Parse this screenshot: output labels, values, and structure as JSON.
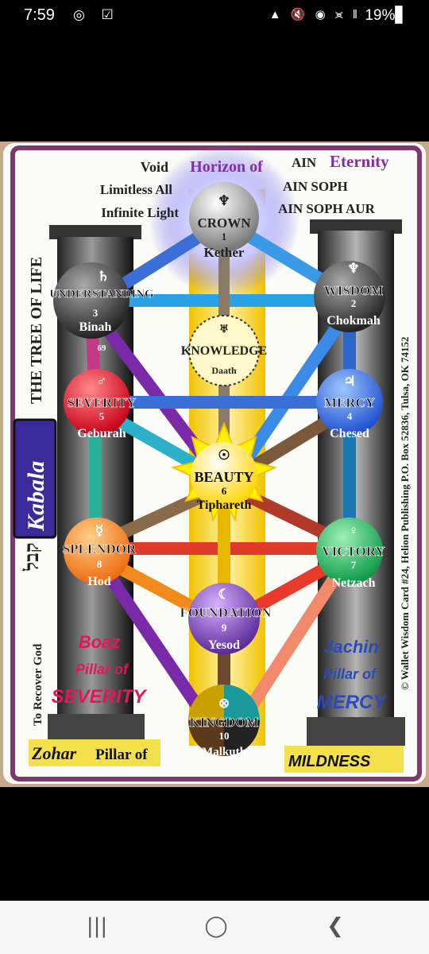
{
  "status_bar": {
    "time": "7:59",
    "left_icons": "◎ ☑",
    "right_icons": "▲ 🔇 ◉ ⪤ ‖",
    "battery": "19%▋"
  },
  "card": {
    "vertical_title": "THE TREE OF LIFE",
    "kabala": "Kabala",
    "hebrew": "קבל",
    "to_recover": "To Recover God",
    "publisher": "© Wallet Wisdom Card #24, Helion Publishing P.O. Box 52836, Tulsa, OK 74152",
    "top_left": [
      "Void",
      "Limitless All",
      "Infinite Light"
    ],
    "horizon": "Horizon of",
    "top_right": [
      "AIN",
      "AIN SOPH",
      "AIN SOPH AUR"
    ],
    "eternity": "Eternity",
    "boaz": [
      "Boaz",
      "Pillar of",
      "SEVERITY"
    ],
    "jachin": [
      "Jachin",
      "Pillar of",
      "MERCY"
    ],
    "zohar": "Zohar",
    "pillar_of": "Pillar of",
    "mildness": "MILDNESS",
    "sephiroth": [
      {
        "name": "CROWN",
        "num": "1",
        "hebrew": "Kether",
        "symbol": "♆"
      },
      {
        "name": "WISDOM",
        "num": "2",
        "hebrew": "Chokmah",
        "symbol": "♆"
      },
      {
        "name": "UNDERSTANDING",
        "num": "3",
        "hebrew": "Binah",
        "symbol": "♄"
      },
      {
        "name": "MERCY",
        "num": "4",
        "hebrew": "Chesed",
        "symbol": "♃"
      },
      {
        "name": "SEVERITY",
        "num": "5",
        "hebrew": "Geburah",
        "symbol": "♂"
      },
      {
        "name": "BEAUTY",
        "num": "6",
        "hebrew": "Tiphareth",
        "symbol": "☉"
      },
      {
        "name": "VICTORY",
        "num": "7",
        "hebrew": "Netzach",
        "symbol": "♀"
      },
      {
        "name": "SPLENDOR",
        "num": "8",
        "hebrew": "Hod",
        "symbol": "☿"
      },
      {
        "name": "FOUNDATION",
        "num": "9",
        "hebrew": "Yesod",
        "symbol": "☾"
      },
      {
        "name": "KINGDOM",
        "num": "10",
        "hebrew": "Malkuth",
        "symbol": "⊗"
      },
      {
        "name": "KNOWLEDGE",
        "num": "",
        "hebrew": "Daath",
        "symbol": "♅"
      }
    ],
    "path_69": "69"
  },
  "nav": {
    "recents": "|||",
    "home": "◯",
    "back": "❮"
  }
}
